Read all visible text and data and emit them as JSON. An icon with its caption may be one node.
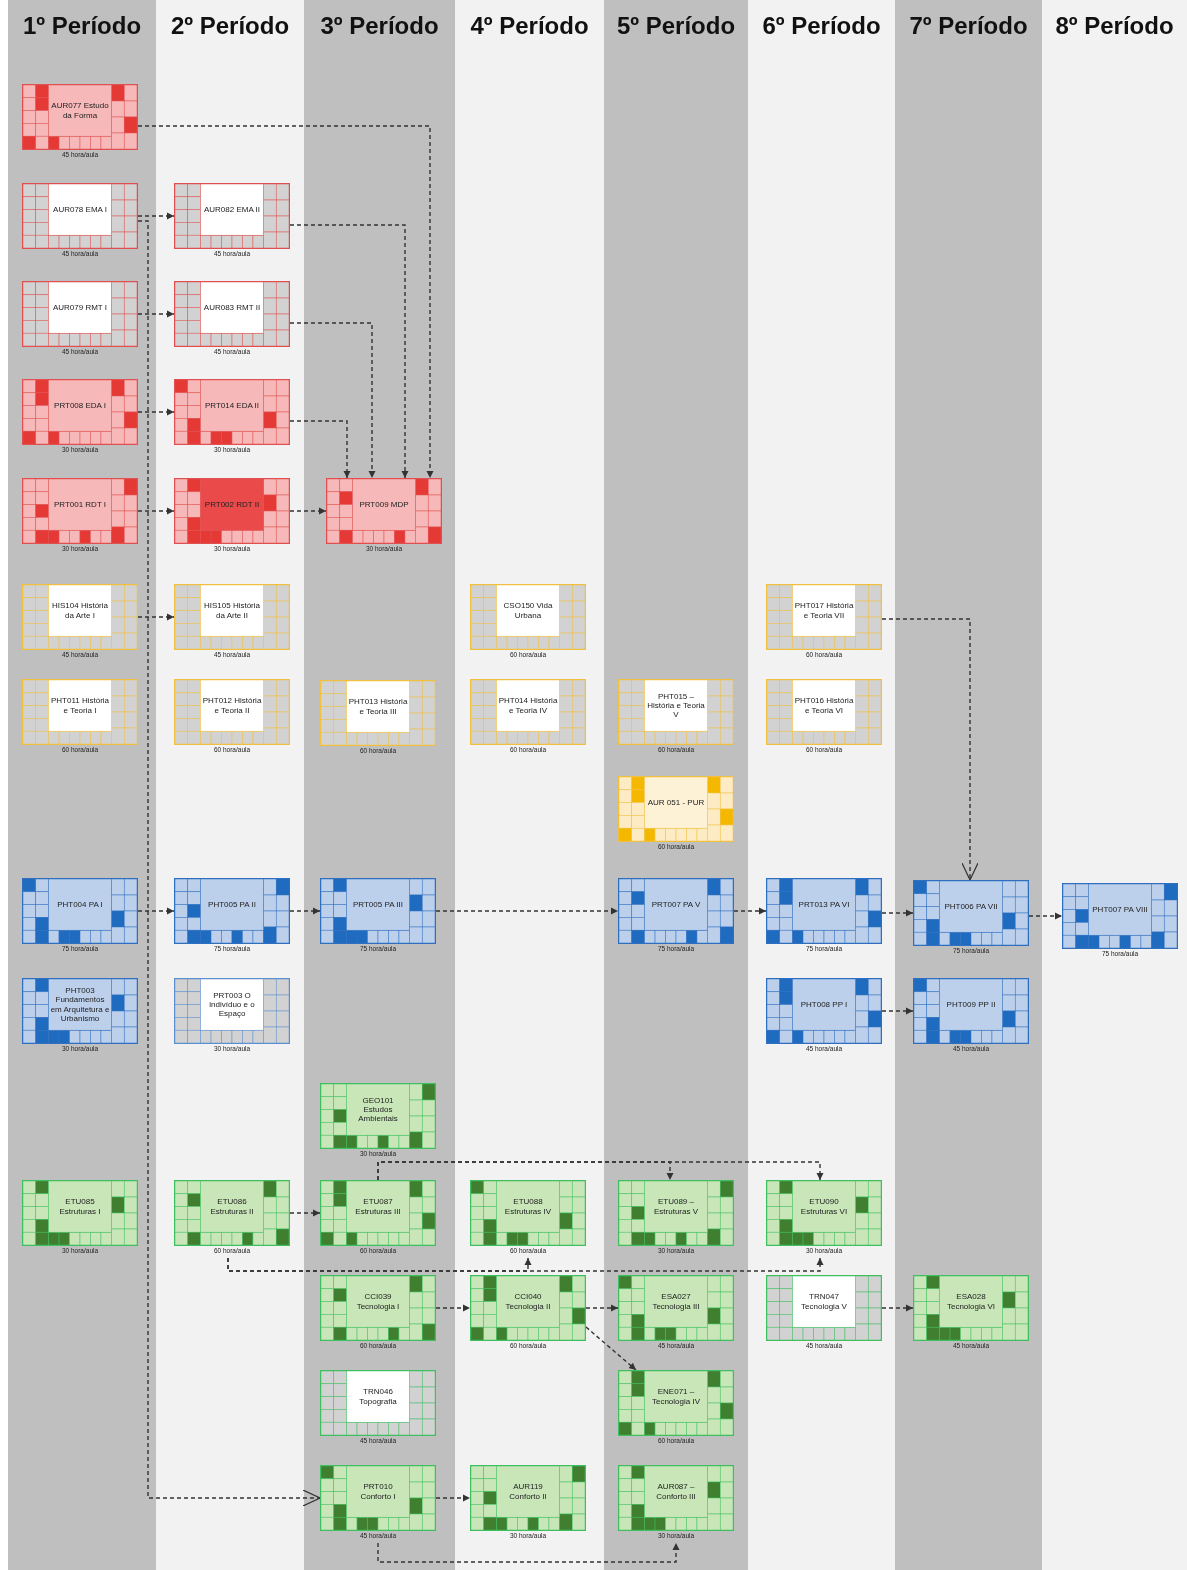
{
  "diagram": {
    "nodes": [
      {
        "text": [
          "AUR077 Estudo da Forma"
        ],
        "beside": [
          "45 hora/aula"
        ]
      },
      {
        "text": [
          "AUR078 EMA I"
        ],
        "beside": [
          "45 hora/aula"
        ]
      },
      {
        "text": [
          "AUR082 EMA II"
        ],
        "beside": [
          "45 hora/aula"
        ]
      },
      {
        "text": [
          "AUR079 RMT I"
        ],
        "beside": [
          "45 hora/aula"
        ]
      },
      {
        "text": [
          "AUR083 RMT II"
        ],
        "beside": [
          "45 hora/aula"
        ]
      },
      {
        "text": [
          "PRT008 EDA I"
        ],
        "beside": [
          "30 hora/aula"
        ]
      },
      {
        "text": [
          "PRT014 EDA II"
        ],
        "beside": [
          "30 hora/aula"
        ]
      },
      {
        "text": [
          "PRT001 RDT I"
        ],
        "beside": [
          "30 hora/aula"
        ]
      },
      {
        "text": [
          "PRT002 RDT II"
        ],
        "beside": [
          "30 hora/aula"
        ]
      },
      {
        "text": [
          "PRT009 MDP"
        ],
        "beside": [
          "30 hora/aula"
        ]
      },
      {
        "text": [
          "HIS104 História da Arte I"
        ],
        "beside": [
          "45 hora/aula"
        ]
      },
      {
        "text": [
          "HIS105 História da Arte II"
        ],
        "beside": [
          "45 hora/aula"
        ]
      },
      {
        "text": [
          "CSO150 Vida Urbana"
        ],
        "beside": [
          "60 hora/aula"
        ]
      },
      {
        "text": [
          "PHT017 História e Teoria VII"
        ],
        "beside": [
          "60 hora/aula"
        ]
      },
      {
        "text": [
          "PHT011 História e Teoria I"
        ],
        "beside": [
          "60 hora/aula"
        ]
      },
      {
        "text": [
          "PHT012 História e Teoria II"
        ],
        "beside": [
          "60 hora/aula"
        ]
      },
      {
        "text": [
          "PHT013 História e Teoria III"
        ],
        "beside": [
          "60 hora/aula"
        ]
      },
      {
        "text": [
          "PHT014 História e Teoria IV"
        ],
        "beside": [
          "60 hora/aula"
        ]
      },
      {
        "text": [
          "PHT015 – História e Teoria V"
        ],
        "beside": [
          "60 hora/aula"
        ]
      },
      {
        "text": [
          "PHT016 História e Teoria VI"
        ],
        "beside": [
          "60 hora/aula"
        ]
      },
      {
        "text": [
          "AUR 051 - PUR"
        ],
        "beside": [
          "60 hora/aula"
        ]
      },
      {
        "text": [
          "PHT004 PA I"
        ],
        "beside": [
          "75 hora/aula"
        ]
      },
      {
        "text": [
          "PHT005 PA II"
        ],
        "beside": [
          "75 hora/aula"
        ]
      },
      {
        "text": [
          "PRT005 PA III"
        ],
        "beside": [
          "75 hora/aula"
        ]
      },
      {
        "text": [
          "PRT007 PA V"
        ],
        "beside": [
          "75 hora/aula"
        ]
      },
      {
        "text": [
          "PRT013 PA VI"
        ],
        "beside": [
          "75 hora/aula"
        ]
      },
      {
        "text": [
          "PHT006 PA VII"
        ],
        "beside": [
          "75 hora/aula"
        ]
      },
      {
        "text": [
          "PHT007 PA VIII"
        ],
        "beside": [
          "75 hora/aula"
        ]
      },
      {
        "text": [
          "PHT003 Fundamentos em Arquitetura e Urbanismo"
        ],
        "beside": [
          "30 hora/aula"
        ]
      },
      {
        "text": [
          "PRT003 O indivíduo e o Espaço"
        ],
        "beside": [
          "30 hora/aula"
        ]
      },
      {
        "text": [
          "PHT008 PP I"
        ],
        "beside": [
          "45 hora/aula"
        ]
      },
      {
        "text": [
          "PHT009 PP II"
        ],
        "beside": [
          "45 hora/aula"
        ]
      },
      {
        "text": [
          "GEO101 Estudos Ambientais"
        ],
        "beside": [
          "30 hora/aula"
        ]
      },
      {
        "text": [
          "ETU085 Estruturas I"
        ],
        "beside": [
          "30 hora/aula"
        ]
      },
      {
        "text": [
          "ETU086 Estruturas II"
        ],
        "beside": [
          "60 hora/aula"
        ]
      },
      {
        "text": [
          "ETU087 Estruturas III"
        ],
        "beside": [
          "60 hora/aula"
        ]
      },
      {
        "text": [
          "ETU088 Estruturas IV"
        ],
        "beside": [
          "60 hora/aula"
        ]
      },
      {
        "text": [
          "ETU089 – Estruturas V"
        ],
        "beside": [
          "30 hora/aula"
        ]
      },
      {
        "text": [
          "ETU090 Estruturas VI"
        ],
        "beside": [
          "30 hora/aula"
        ]
      },
      {
        "text": [
          "CCI039 Tecnologia I"
        ],
        "beside": [
          "60 hora/aula"
        ]
      },
      {
        "text": [
          "CCI040 Tecnologia II"
        ],
        "beside": [
          "60 hora/aula"
        ]
      },
      {
        "text": [
          "ESA027 Tecnologia III"
        ],
        "beside": [
          "45 hora/aula"
        ]
      },
      {
        "text": [
          "TRN047 Tecnologia V"
        ],
        "beside": [
          "45 hora/aula"
        ]
      },
      {
        "text": [
          "ESA028 Tecnologia VI"
        ],
        "beside": [
          "45 hora/aula"
        ]
      },
      {
        "text": [
          "TRN046 Topografia"
        ],
        "beside": [
          "45 hora/aula"
        ]
      },
      {
        "text": [
          "ENE071 – Tecnologia IV"
        ],
        "beside": [
          "60 hora/aula"
        ]
      },
      {
        "text": [
          "PRT010 Conforto I"
        ],
        "beside": [
          "45 hora/aula"
        ]
      },
      {
        "text": [
          "AUR119 Conforto II"
        ],
        "beside": [
          "30 hora/aula"
        ]
      },
      {
        "text": [
          "AUR087 – Conforto III"
        ],
        "beside": [
          "30 hora/aula"
        ]
      }
    ],
    "edges": [
      {
        "from": 0,
        "to": 9,
        "arrow": "to"
      },
      {
        "from": 1,
        "to": 2,
        "arrow": "to"
      },
      {
        "from": 2,
        "to": 9,
        "arrow": "to"
      },
      {
        "from": 3,
        "to": 4,
        "arrow": "to"
      },
      {
        "from": 4,
        "to": 9,
        "arrow": "to"
      },
      {
        "from": 5,
        "to": 6,
        "arrow": "to"
      },
      {
        "from": 6,
        "to": 9,
        "arrow": "to"
      },
      {
        "from": 7,
        "to": 8,
        "arrow": "to"
      },
      {
        "from": 8,
        "to": 9,
        "arrow": "to"
      },
      {
        "from": 1,
        "to": 46,
        "arrow": "to"
      },
      {
        "from": 10,
        "to": 11,
        "arrow": "to"
      },
      {
        "from": 13,
        "to": 26,
        "arrow": "to"
      },
      {
        "from": 21,
        "to": 22,
        "arrow": "to"
      },
      {
        "from": 22,
        "to": 23,
        "arrow": "to"
      },
      {
        "from": 23,
        "to": 24,
        "arrow": "to"
      },
      {
        "from": 24,
        "to": 25,
        "arrow": "to"
      },
      {
        "from": 25,
        "to": 26,
        "arrow": "to"
      },
      {
        "from": 26,
        "to": 27,
        "arrow": "to"
      },
      {
        "from": 30,
        "to": 31,
        "arrow": "to"
      },
      {
        "from": 34,
        "to": 35,
        "arrow": "to"
      },
      {
        "from": 35,
        "to": 37,
        "arrow": "to"
      },
      {
        "from": 35,
        "to": 38,
        "arrow": "to"
      },
      {
        "from": 34,
        "to": 36,
        "arrow": "to"
      },
      {
        "from": 34,
        "to": 38,
        "arrow": "to"
      },
      {
        "from": 39,
        "to": 40,
        "arrow": "to"
      },
      {
        "from": 40,
        "to": 41,
        "arrow": "to"
      },
      {
        "from": 40,
        "to": 45,
        "arrow": "to"
      },
      {
        "from": 42,
        "to": 43,
        "arrow": "to"
      },
      {
        "from": 46,
        "to": 47,
        "arrow": "to"
      },
      {
        "from": 46,
        "to": 48,
        "arrow": "to"
      }
    ],
    "labels": [
      "1º Período",
      "2º Período",
      "3º Período",
      "4º Período",
      "5º Período",
      "6º Período",
      "7º Período",
      "8º Período"
    ]
  }
}
